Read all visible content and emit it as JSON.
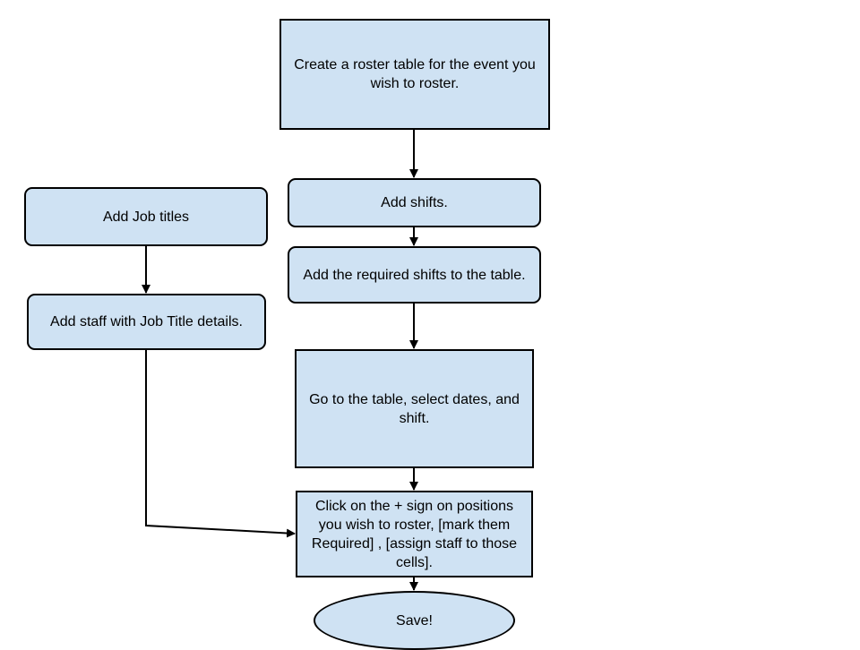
{
  "diagram": {
    "type": "flowchart",
    "fill_color": "#cfe2f3",
    "stroke_color": "#000000",
    "nodes": {
      "create_roster_table": {
        "label": "Create a roster table for the event you wish to roster.",
        "shape": "rectangle"
      },
      "add_shifts": {
        "label": "Add shifts.",
        "shape": "rounded-rectangle"
      },
      "add_required_shifts": {
        "label": "Add the required shifts to the table.",
        "shape": "rounded-rectangle"
      },
      "go_to_table": {
        "label": "Go to the table, select dates, and shift.",
        "shape": "rectangle"
      },
      "click_plus_sign": {
        "label": "Click on the + sign on positions you wish to roster, [mark them Required] , [assign staff to those cells].",
        "shape": "rectangle"
      },
      "save": {
        "label": "Save!",
        "shape": "ellipse"
      },
      "add_job_titles": {
        "label": "Add Job titles",
        "shape": "rounded-rectangle"
      },
      "add_staff": {
        "label": "Add staff with Job Title details.",
        "shape": "rounded-rectangle"
      }
    },
    "edges": [
      {
        "from": "create_roster_table",
        "to": "add_shifts"
      },
      {
        "from": "add_shifts",
        "to": "add_required_shifts"
      },
      {
        "from": "add_required_shifts",
        "to": "go_to_table"
      },
      {
        "from": "go_to_table",
        "to": "click_plus_sign"
      },
      {
        "from": "click_plus_sign",
        "to": "save"
      },
      {
        "from": "add_job_titles",
        "to": "add_staff"
      },
      {
        "from": "add_staff",
        "to": "click_plus_sign"
      }
    ]
  }
}
